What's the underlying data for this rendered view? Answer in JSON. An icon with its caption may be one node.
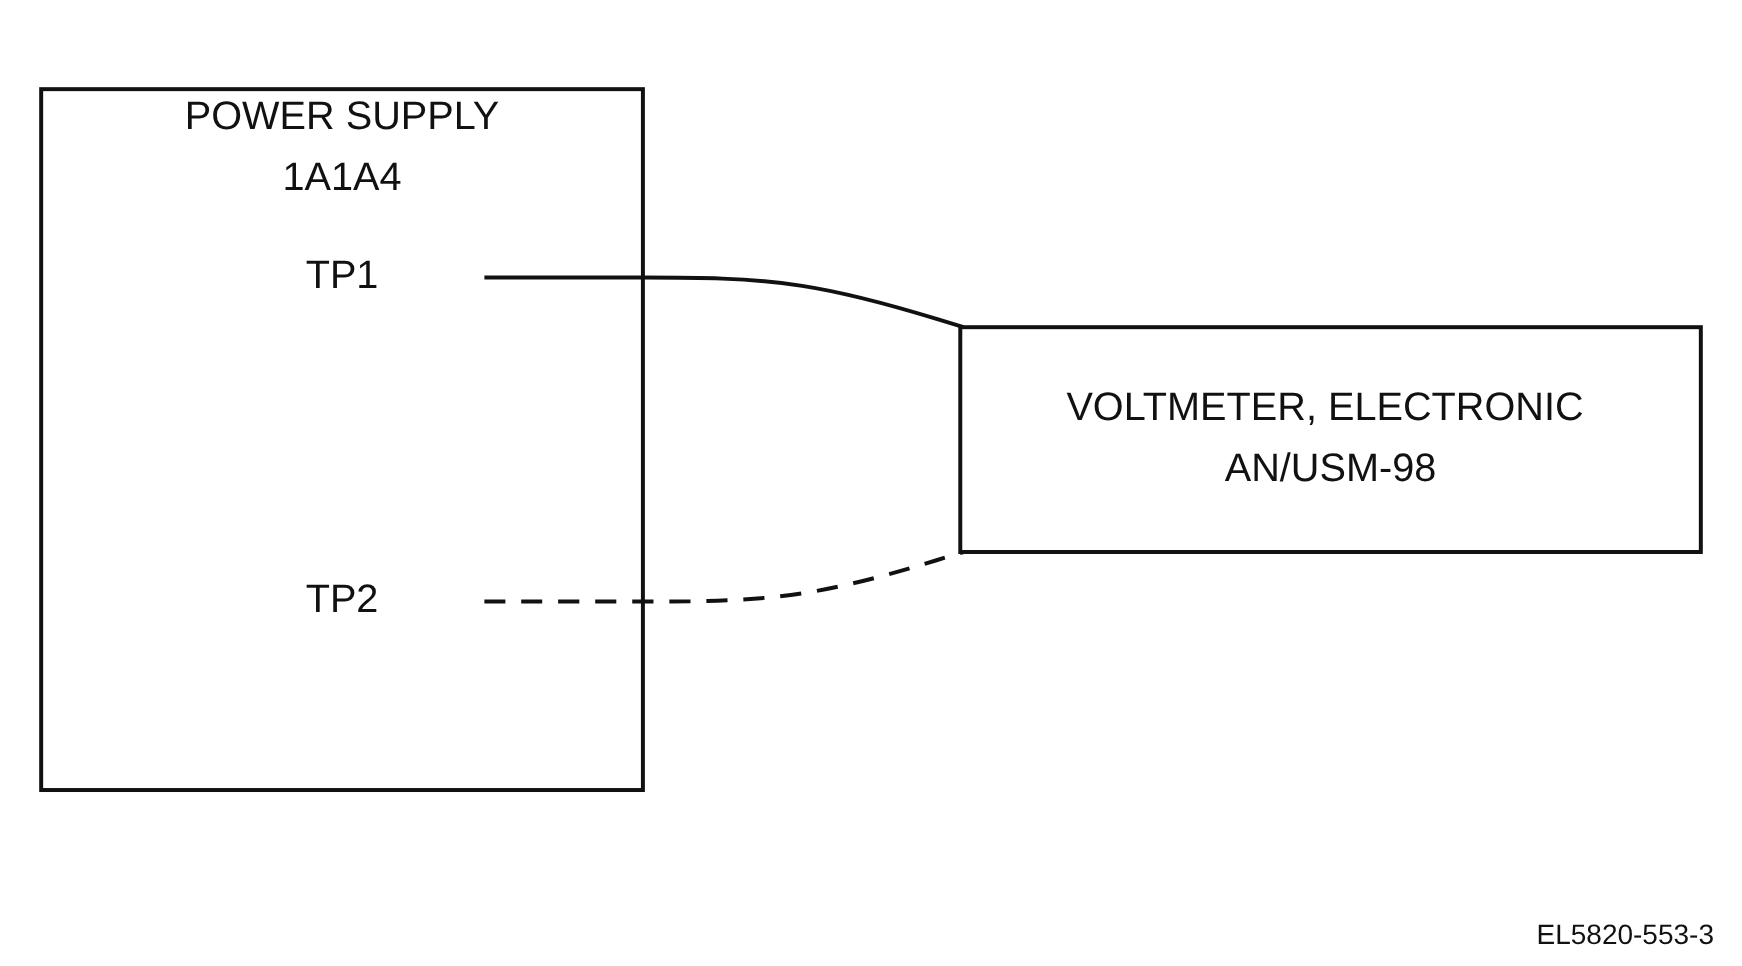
{
  "diagram": {
    "nodes": [
      {
        "text": [
          "POWER SUPPLY",
          "1A1A4"
        ]
      },
      {
        "text": [
          "TP1"
        ],
        "in": 0
      },
      {
        "text": [
          "TP2"
        ],
        "in": 0
      },
      {
        "text": [
          "VOLTMETER, ELECTRONIC AN/USM-98"
        ]
      }
    ],
    "edges": [
      {
        "from": 1,
        "to": 3,
        "arrow": "none"
      },
      {
        "from": 2,
        "to": 3,
        "arrow": "none",
        "style": "dashed"
      }
    ],
    "labels": [
      "EL5820-553-3"
    ]
  }
}
